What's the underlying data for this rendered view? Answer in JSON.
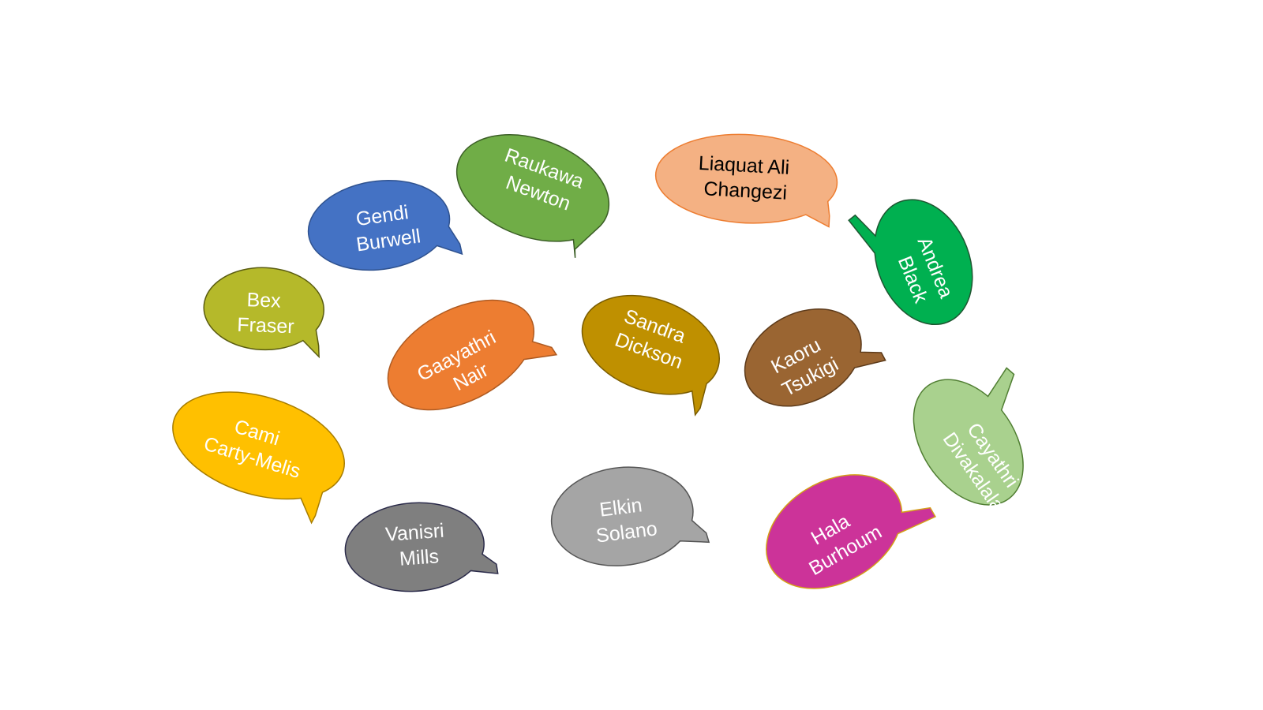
{
  "bubbles": [
    {
      "id": "raukawa-newton",
      "lines": [
        "Raukawa",
        "Newton"
      ],
      "fill": "#70AD47",
      "text": "#FFFFFF"
    },
    {
      "id": "liaquat-ali-changezi",
      "lines": [
        "Liaquat Ali",
        "Changezi"
      ],
      "fill": "#F4B183",
      "text": "#000000"
    },
    {
      "id": "gendi-burwell",
      "lines": [
        "Gendi",
        "Burwell"
      ],
      "fill": "#4472C4",
      "text": "#FFFFFF"
    },
    {
      "id": "andrea-black",
      "lines": [
        "Andrea",
        "Black"
      ],
      "fill": "#00B050",
      "text": "#FFFFFF"
    },
    {
      "id": "bex-fraser",
      "lines": [
        "Bex",
        "Fraser"
      ],
      "fill": "#B5B92A",
      "text": "#FFFFFF"
    },
    {
      "id": "gaayathri-nair",
      "lines": [
        "Gaayathri",
        "Nair"
      ],
      "fill": "#ED7D31",
      "text": "#FFFFFF"
    },
    {
      "id": "sandra-dickson",
      "lines": [
        "Sandra",
        "Dickson"
      ],
      "fill": "#BF9000",
      "text": "#FFFFFF"
    },
    {
      "id": "kaoru-tsukigi",
      "lines": [
        "Kaoru",
        "Tsukigi"
      ],
      "fill": "#9A6532",
      "text": "#FFFFFF"
    },
    {
      "id": "cami-carty-melis",
      "lines": [
        "Cami",
        "Carty-Melis"
      ],
      "fill": "#FFC000",
      "text": "#FFFFFF"
    },
    {
      "id": "cayathri-divakalala",
      "lines": [
        "Cayathri",
        "Divakalala"
      ],
      "fill": "#A9D18E",
      "text": "#FFFFFF"
    },
    {
      "id": "vanisri-mills",
      "lines": [
        "Vanisri",
        "Mills"
      ],
      "fill": "#7F7F7F",
      "text": "#FFFFFF"
    },
    {
      "id": "elkin-solano",
      "lines": [
        "Elkin",
        "Solano"
      ],
      "fill": "#A5A5A5",
      "text": "#FFFFFF"
    },
    {
      "id": "hala-burhoum",
      "lines": [
        "Hala",
        "Burhoum"
      ],
      "fill": "#CC3399",
      "text": "#FFFFFF"
    }
  ]
}
